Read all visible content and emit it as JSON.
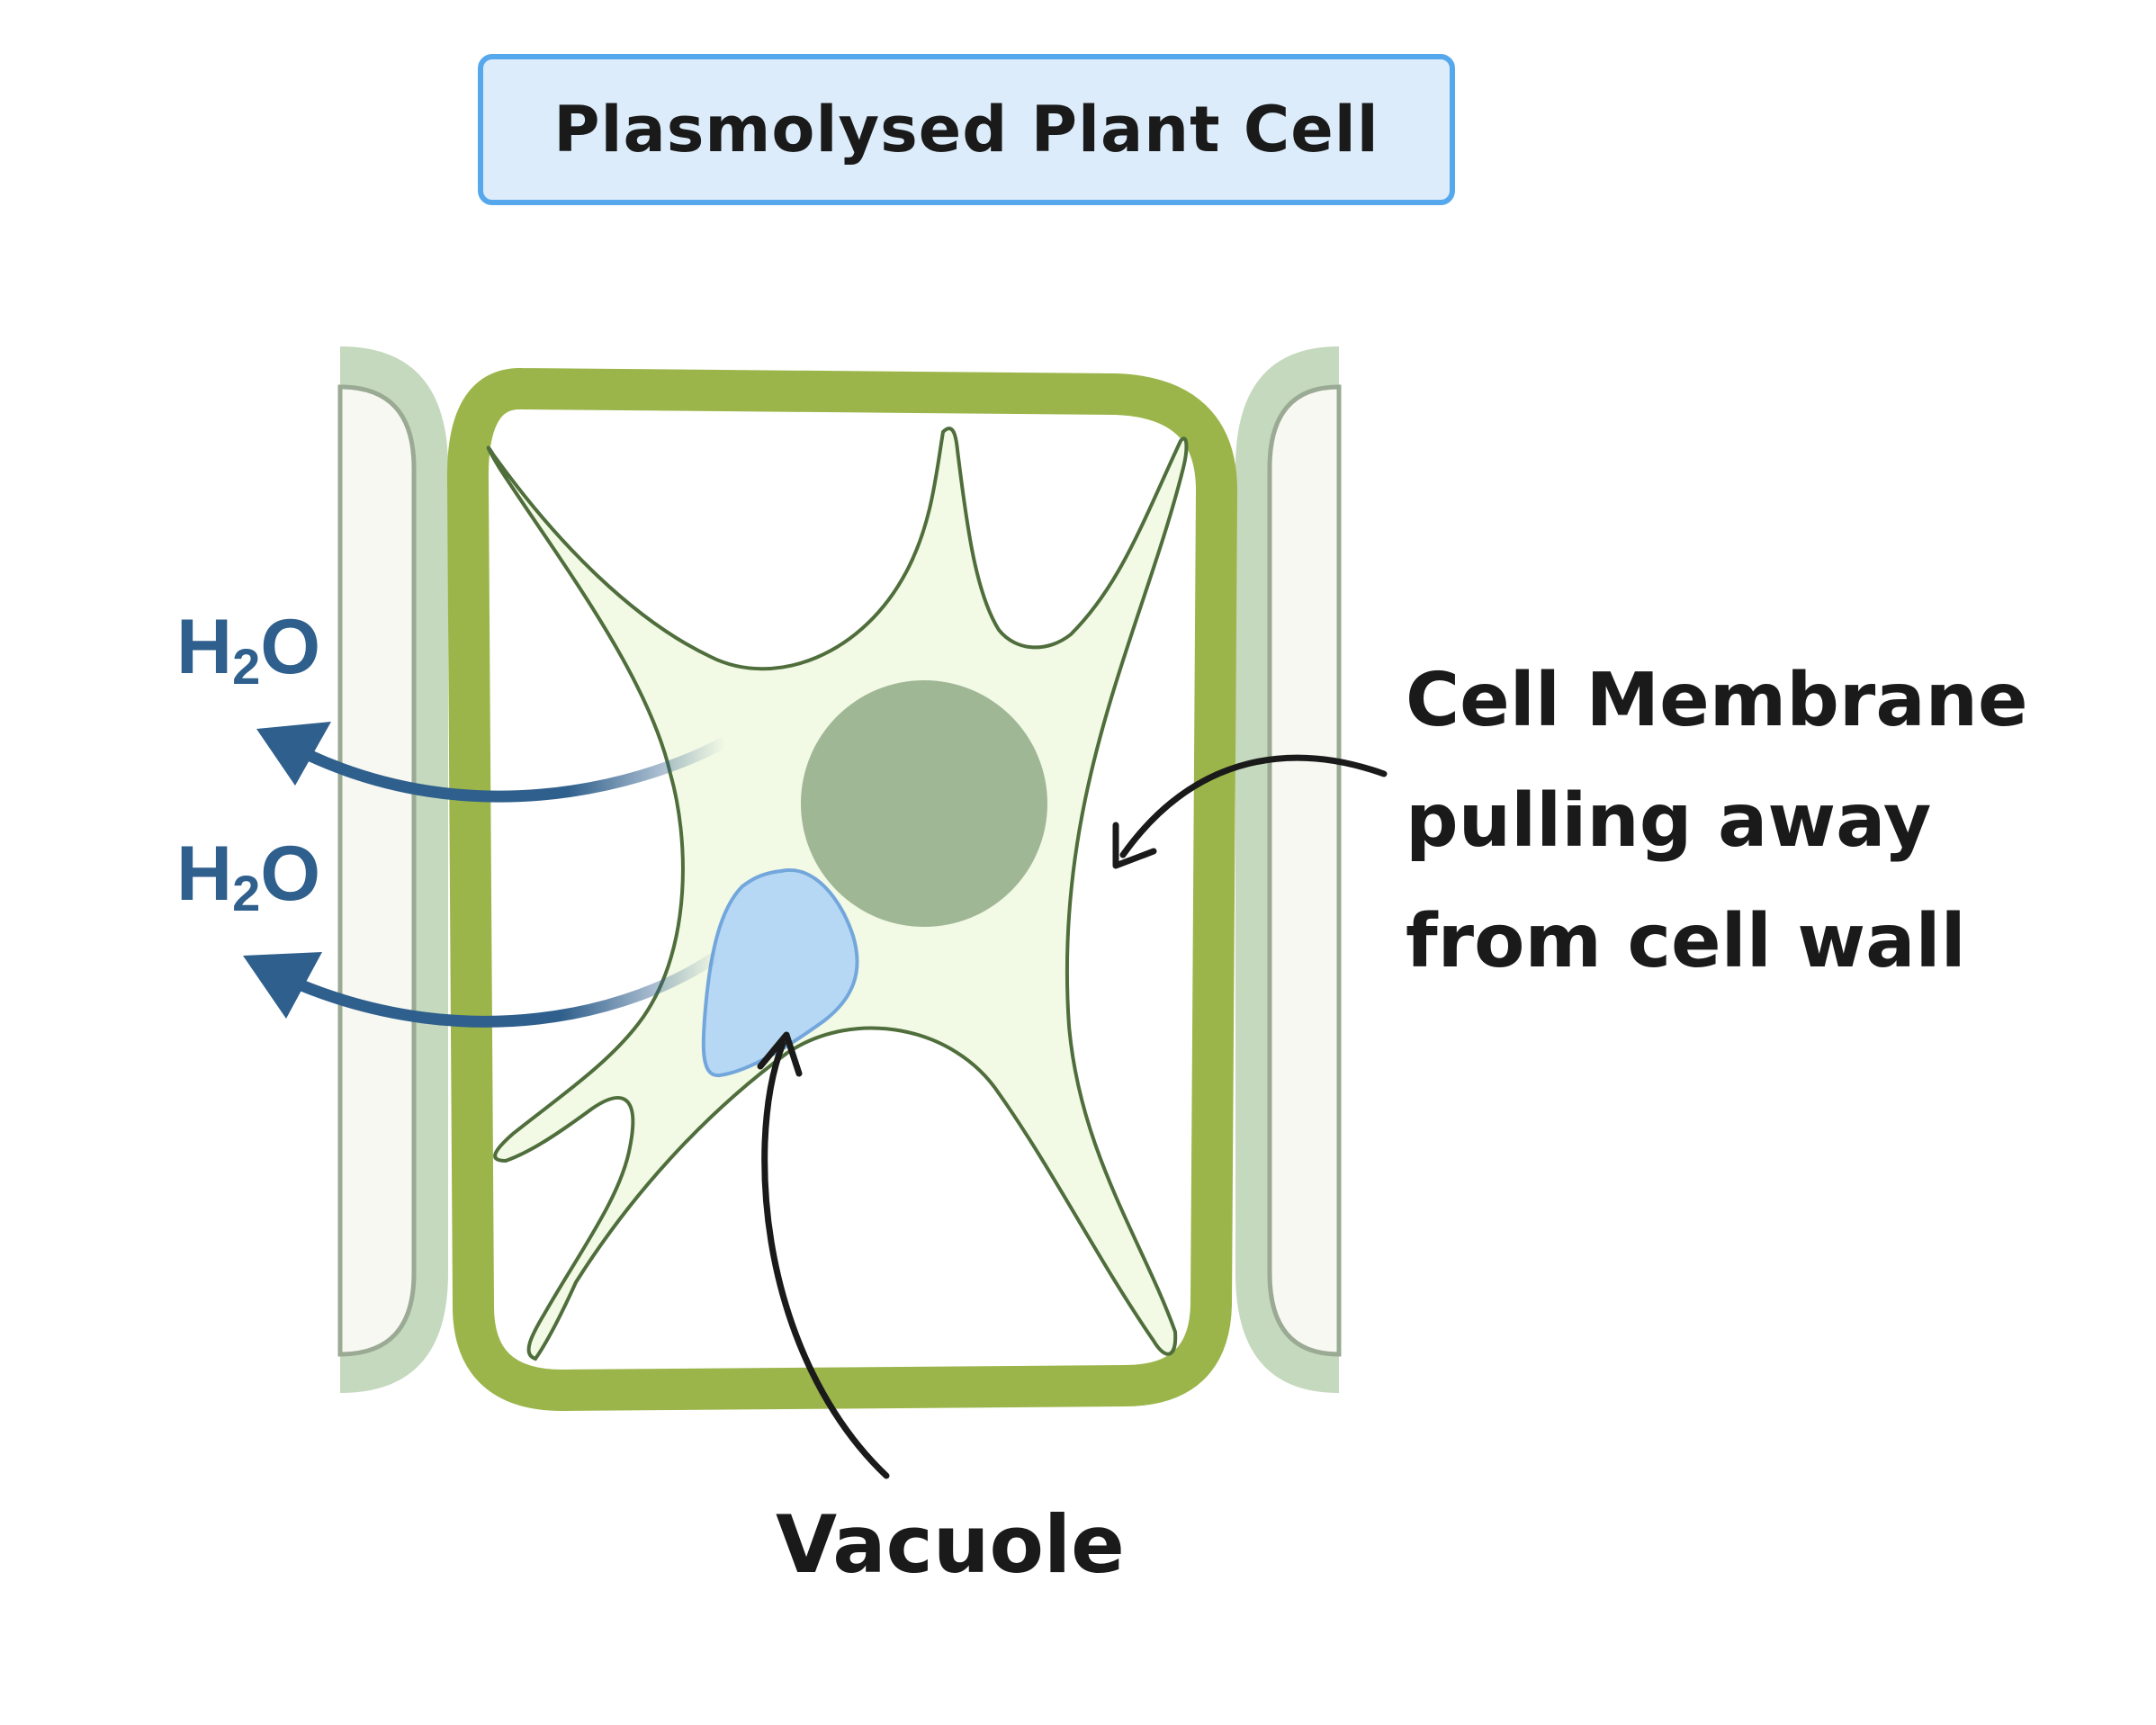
{
  "title": "Plasmolysed Plant Cell",
  "labels": {
    "membrane_line1": "Cell Membrane",
    "membrane_line2": "pulling away",
    "membrane_line3": "from cell wall",
    "vacuole": "Vacuole"
  },
  "water": {
    "symbol": "H",
    "subscript": "2",
    "symbol_end": "O"
  },
  "colors": {
    "cell_wall": "#9bb54a",
    "neighbor_cell": "#c4d9bd",
    "cytoplasm": "#f2f9e5",
    "membrane_outline": "#4f6e3c",
    "nucleus": "#9fb795",
    "vacuole": "#b7d8f5",
    "vacuole_outline": "#73a7dc",
    "water_arrow": "#2f5f8c",
    "title_border": "#56a8ec",
    "title_fill": "#dcecfa"
  }
}
